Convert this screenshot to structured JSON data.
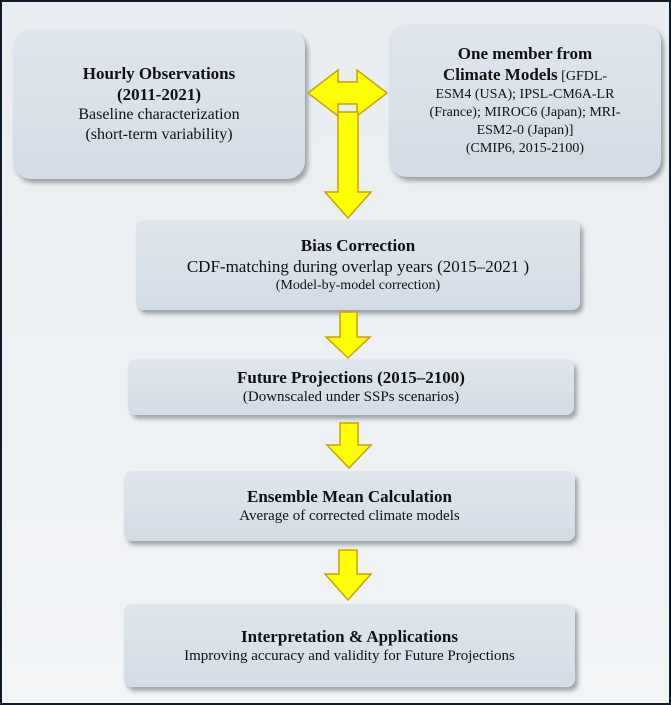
{
  "boxes": {
    "obs": {
      "title_lines": [
        "Hourly Observations",
        "(2011-2021)"
      ],
      "sub_lines": [
        "Baseline characterization",
        "(short-term variability)"
      ]
    },
    "climate": {
      "title_line1": "One member from",
      "title_line2": "Climate Models",
      "inline_text": " [GFDL-",
      "sub_lines": [
        "ESM4 (USA); IPSL-CM6A-LR",
        "(France); MIROC6 (Japan); MRI-",
        "ESM2-0 (Japan)]",
        "(CMIP6, 2015-2100)"
      ]
    },
    "bias": {
      "title": "Bias Correction",
      "line1": "CDF-matching during overlap years (2015–2021 )",
      "line2": "(Model-by-model correction)"
    },
    "future": {
      "title": "Future Projections (2015–2100)",
      "line1": "(Downscaled under SSPs scenarios)"
    },
    "ensemble": {
      "title": "Ensemble Mean Calculation",
      "line1": "Average of corrected climate models"
    },
    "interp": {
      "title": "Interpretation & Applications",
      "line1": "Improving accuracy and validity for  Future Projections"
    }
  },
  "colors": {
    "arrow_fill": "#ffff00",
    "arrow_stroke": "#c8a400",
    "box_fill": "#d8e0e8",
    "border": "#0d1b2a"
  }
}
